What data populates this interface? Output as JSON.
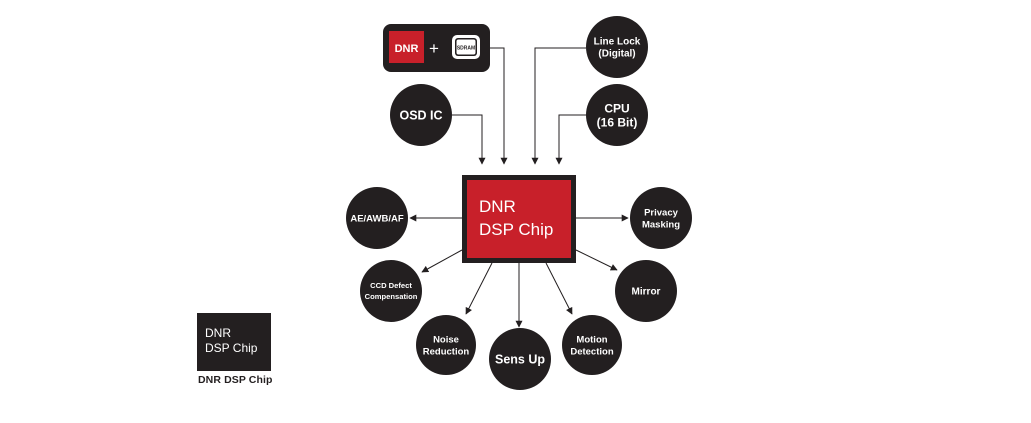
{
  "diagram": {
    "chip": {
      "line1": "DNR",
      "line2": "DSP Chip",
      "fill": "#c8202a",
      "border": "#231f20"
    },
    "memory_module": {
      "dnr_label": "DNR",
      "plus": "+",
      "sdram_label": "SDRAM"
    },
    "inputs": [
      {
        "id": "line-lock",
        "lines": [
          "Line Lock",
          "(Digital)"
        ]
      },
      {
        "id": "osd-ic",
        "lines": [
          "OSD IC"
        ]
      },
      {
        "id": "cpu",
        "lines": [
          "CPU",
          "(16 Bit)"
        ]
      }
    ],
    "outputs": [
      {
        "id": "ae-awb-af",
        "lines": [
          "AE/AWB/AF"
        ]
      },
      {
        "id": "privacy-masking",
        "lines": [
          "Privacy",
          "Masking"
        ]
      },
      {
        "id": "ccd-defect",
        "lines": [
          "CCD Defect",
          "Compensation"
        ]
      },
      {
        "id": "mirror",
        "lines": [
          "Mirror"
        ]
      },
      {
        "id": "noise-reduction",
        "lines": [
          "Noise",
          "Reduction"
        ]
      },
      {
        "id": "sens-up",
        "lines": [
          "Sens Up"
        ]
      },
      {
        "id": "motion-detection",
        "lines": [
          "Motion",
          "Detection"
        ]
      }
    ],
    "colors": {
      "circle": "#231f20",
      "text": "#ffffff",
      "arrow": "#231f20"
    }
  },
  "legend": {
    "line1": "DNR",
    "line2": "DSP Chip",
    "caption": "DNR DSP Chip"
  }
}
